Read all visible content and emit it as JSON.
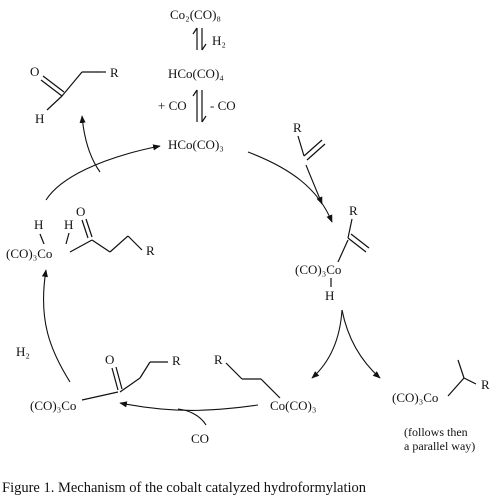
{
  "species": {
    "dicobalt": "Co₂(CO)₈",
    "h2_top": "H₂",
    "hco4": "HCo(CO)₄",
    "plus_co": "+ CO",
    "minus_co": "- CO",
    "hco3": "HCo(CO)₃",
    "aldehyde_o": "O",
    "aldehyde_h": "H",
    "aldehyde_r": "R",
    "alkene_r": "R",
    "pi_complex_r": "R",
    "pi_complex_co": "(CO)₃Co",
    "pi_complex_h": "H",
    "alkyl_r": "R",
    "alkyl_co": "Co(CO)₃",
    "branched_co": "(CO)₃Co",
    "branched_r": "R",
    "branched_note_1": "(follows then",
    "branched_note_2": "a parallel way)",
    "co_insert": "CO",
    "acyl_o": "O",
    "acyl_r": "R",
    "acyl_co": "(CO)₃Co",
    "h2_left": "H₂",
    "acylh_h": "H",
    "acylh_o": "O",
    "acylh_co": "(CO)₃Co",
    "acylh_r": "R"
  },
  "caption": "Figure 1.  Mechanism of the cobalt catalyzed hydroformylation"
}
